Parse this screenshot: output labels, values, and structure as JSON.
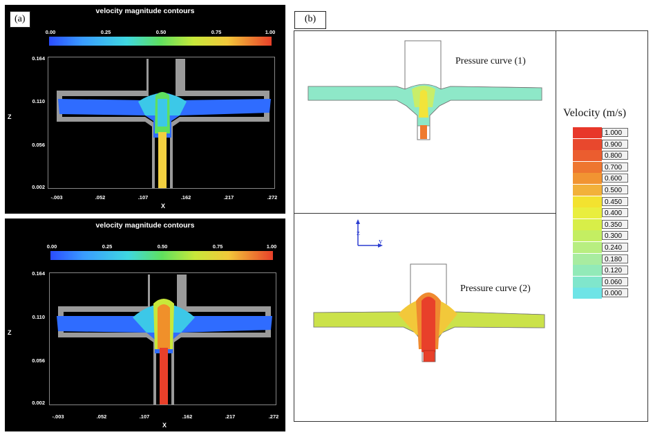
{
  "panel_a_label": "(a)",
  "panel_b_label": "(b)",
  "colors": {
    "blue": "#2a5cff",
    "cyan": "#3fd0e0",
    "green": "#5fe05f",
    "yellow": "#f2e43a",
    "orange": "#f0902a",
    "red": "#e8402a",
    "gray": "#9a9a9a"
  },
  "chart_data": [
    {
      "type": "heatmap",
      "title": "velocity magnitude contours",
      "colorbar_ticks": [
        "0.00",
        "0.25",
        "0.50",
        "0.75",
        "1.00"
      ],
      "xlabel": "X",
      "ylabel": "Z",
      "x_ticks": [
        "-.003",
        ".052",
        ".107",
        ".162",
        ".217",
        ".272"
      ],
      "y_ticks": [
        "0.164",
        "0.110",
        "0.056",
        "0.002"
      ],
      "xlim": [
        -0.003,
        0.272
      ],
      "ylim": [
        0.002,
        0.164
      ]
    },
    {
      "type": "heatmap",
      "title": "velocity magnitude contours",
      "colorbar_ticks": [
        "0.00",
        "0.25",
        "0.50",
        "0.75",
        "1.00"
      ],
      "xlabel": "X",
      "ylabel": "Z",
      "x_ticks": [
        "-.003",
        ".052",
        ".107",
        ".162",
        ".217",
        ".272"
      ],
      "y_ticks": [
        "0.164",
        "0.110",
        "0.056",
        "0.002"
      ],
      "xlim": [
        -0.003,
        0.272
      ],
      "ylim": [
        0.002,
        0.164
      ]
    },
    {
      "type": "heatmap",
      "annotations": [
        "Pressure curve (1)",
        "Pressure curve (2)"
      ],
      "axis_triad": {
        "z": "z",
        "y": "y"
      },
      "legend_title": "Velocity (m/s)",
      "legend_values": [
        "1.000",
        "0.900",
        "0.800",
        "0.700",
        "0.600",
        "0.500",
        "0.450",
        "0.400",
        "0.350",
        "0.300",
        "0.240",
        "0.180",
        "0.120",
        "0.060",
        "0.000"
      ],
      "legend_colors": [
        "#e8372a",
        "#e8482d",
        "#eb5d2f",
        "#ee7630",
        "#f19432",
        "#f2b13a",
        "#f3e22f",
        "#e9ee3e",
        "#d8ee48",
        "#c4ee62",
        "#b8ee80",
        "#a8eca0",
        "#92eab8",
        "#80e6cc",
        "#6ee4e6"
      ]
    }
  ]
}
